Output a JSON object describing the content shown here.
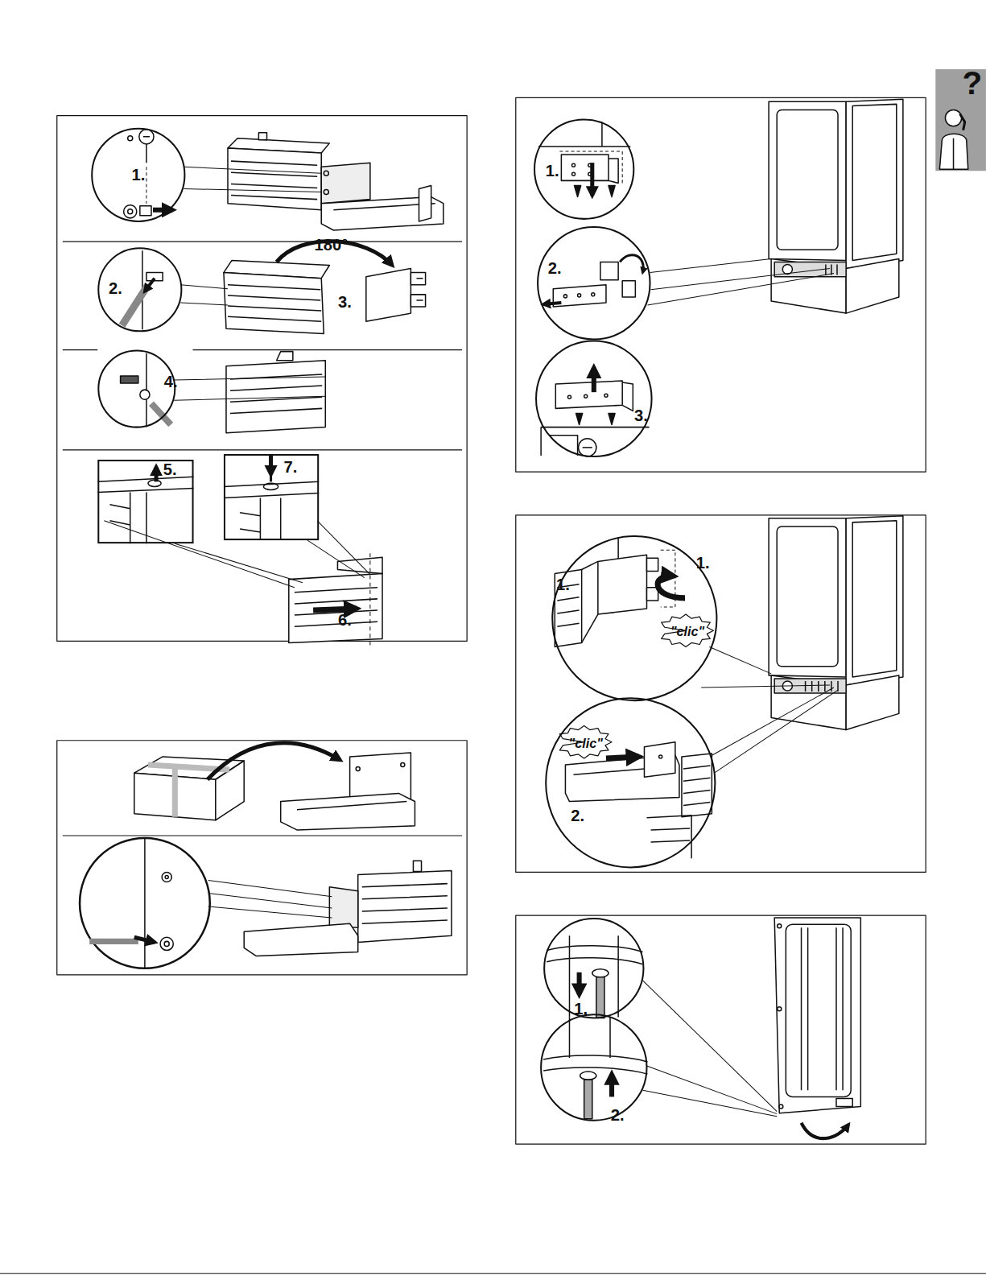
{
  "diagram": {
    "nodes": [
      {
        "text": [
          "1."
        ]
      },
      {
        "text": [
          "2."
        ]
      },
      {
        "text": [
          "4."
        ]
      },
      {
        "text": [
          "5."
        ]
      },
      {
        "text": [
          "7."
        ]
      },
      {
        "text": [
          "1."
        ]
      },
      {
        "text": [
          "2."
        ]
      },
      {
        "text": [
          "3."
        ]
      },
      {
        "text": [
          "1.",
          "1.",
          "\"clic\""
        ]
      },
      {
        "text": [
          "\"clic\"",
          "2."
        ]
      },
      {
        "text": [
          "1."
        ]
      },
      {
        "text": [
          "2."
        ]
      }
    ],
    "labels": [
      "180°",
      "3.",
      "6.",
      "?"
    ]
  }
}
